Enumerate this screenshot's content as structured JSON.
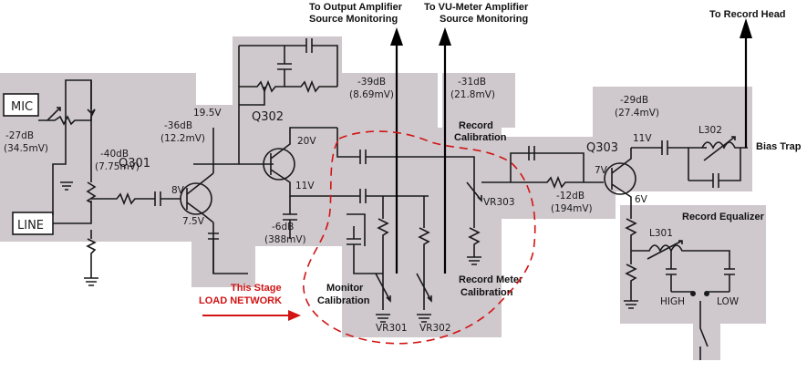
{
  "annotations": {
    "to_output_amp": [
      "To Output Amplifier",
      "Source Monitoring"
    ],
    "to_vu_meter": [
      "To VU-Meter Amplifier",
      "Source Monitoring"
    ],
    "to_record_head": "To Record Head",
    "record_calibration": [
      "Record",
      "Calibration"
    ],
    "bias_trap": "Bias Trap",
    "record_equalizer": "Record Equalizer",
    "monitor_calibration": [
      "Monitor",
      "Calibration"
    ],
    "record_meter_calibration": [
      "Record Meter",
      "Calibration"
    ],
    "this_stage": [
      "This Stage",
      "LOAD NETWORK"
    ]
  },
  "schematic": {
    "mic_label": "MIC",
    "line_label": "LINE",
    "mic_level": [
      "-27dB",
      "(34.5mV)"
    ],
    "q301_in_level": [
      "-40dB",
      "(7.75mV)"
    ],
    "q301_collector_level": [
      "-36dB",
      "(12.2mV)"
    ],
    "q302_out_level": [
      "-6dB",
      "(388mV)"
    ],
    "mon_level": [
      "-39dB",
      "(8.69mV)"
    ],
    "vu_level": [
      "-31dB",
      "(21.8mV)"
    ],
    "q303_in_level": [
      "-12dB",
      "(194mV)"
    ],
    "q303_out_level": [
      "-29dB",
      "(27.4mV)"
    ],
    "v_19_5": "19.5V",
    "v_8": "8V",
    "v_7_5": "7.5V",
    "v_20": "20V",
    "v_11_q302": "11V",
    "v_11_q303": "11V",
    "v_7": "7V",
    "v_6": "6V",
    "q301": "Q301",
    "q302": "Q302",
    "q303": "Q303",
    "vr301": "VR301",
    "vr302": "VR302",
    "vr303": "VR303",
    "l302": "L302",
    "l301": "L301",
    "high": "HIGH",
    "low": "LOW"
  },
  "colors": {
    "annotation_black": "#000000",
    "load_network_red": "#d21414",
    "scan_background": "#cfc8cc"
  }
}
